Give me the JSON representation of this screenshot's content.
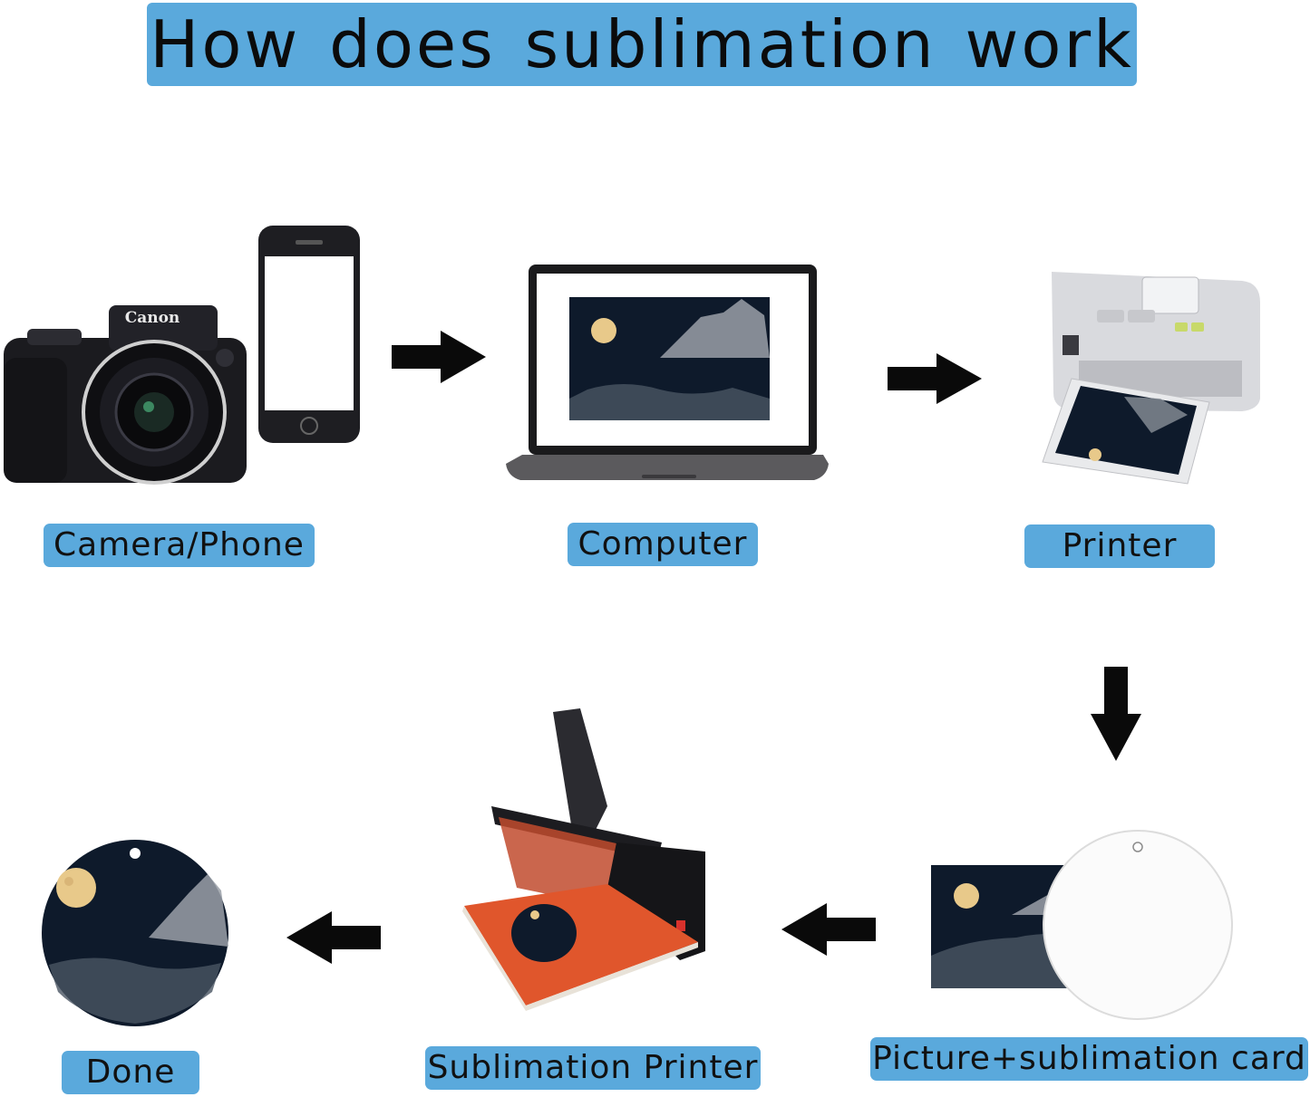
{
  "title": "How does sublimation work",
  "steps": {
    "camera_phone": "Camera/Phone",
    "computer": "Computer",
    "printer": "Printer",
    "picture_card": "Picture+sublimation card",
    "sublimation_printer": "Sublimation Printer",
    "done": "Done"
  },
  "branding": {
    "camera_brand": "Canon"
  },
  "colors": {
    "label_background": "#5aa9dc",
    "arrow": "#0a0a0a",
    "night_sky": "#0e1a2b",
    "heat_press_plate": "#e0562c"
  }
}
